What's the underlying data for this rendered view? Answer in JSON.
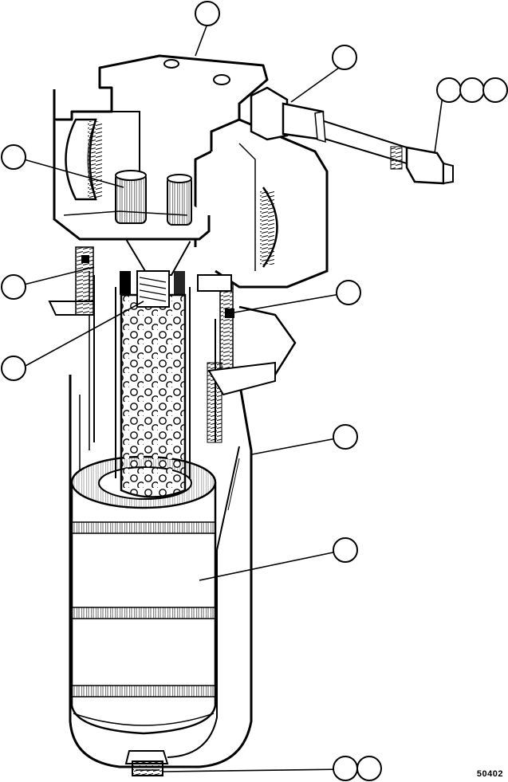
{
  "figure": {
    "id_label": "50402",
    "line_color": "#000000",
    "background": "#ffffff"
  },
  "callouts": [
    {
      "key": "top-housing"
    },
    {
      "key": "differential-indicator-a"
    },
    {
      "key": "differential-indicator-b"
    },
    {
      "key": "differential-indicator-c"
    },
    {
      "key": "bypass-valve-spring"
    },
    {
      "key": "element-seal-upper"
    },
    {
      "key": "element-support-tube"
    },
    {
      "key": "bowl-seal"
    },
    {
      "key": "filter-bowl"
    },
    {
      "key": "filter-element"
    },
    {
      "key": "drain-plug-a"
    },
    {
      "key": "drain-plug-b"
    }
  ]
}
